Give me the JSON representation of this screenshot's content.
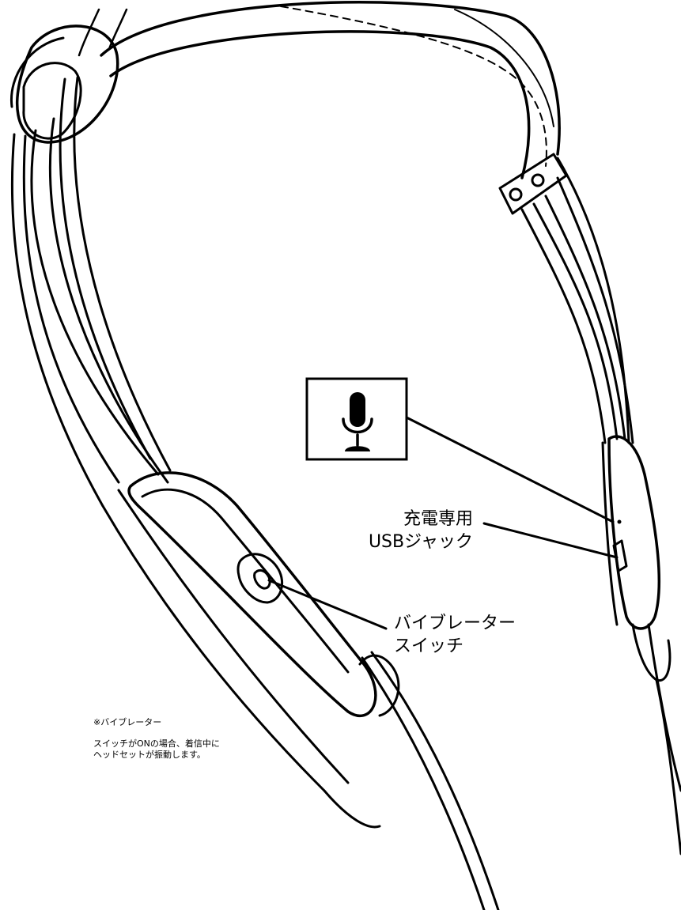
{
  "labels": {
    "usb_line1": "充電専用",
    "usb_line2": "USBジャック",
    "vib_line1": "バイブレーター",
    "vib_line2": "スイッチ"
  },
  "note": {
    "title": "※バイブレーター",
    "line1": "スイッチがONの場合、着信中に",
    "line2": "ヘッドセットが振動します。"
  },
  "icons": {
    "mic_box": "microphone-icon"
  },
  "colors": {
    "line": "#000000",
    "background": "#ffffff"
  }
}
